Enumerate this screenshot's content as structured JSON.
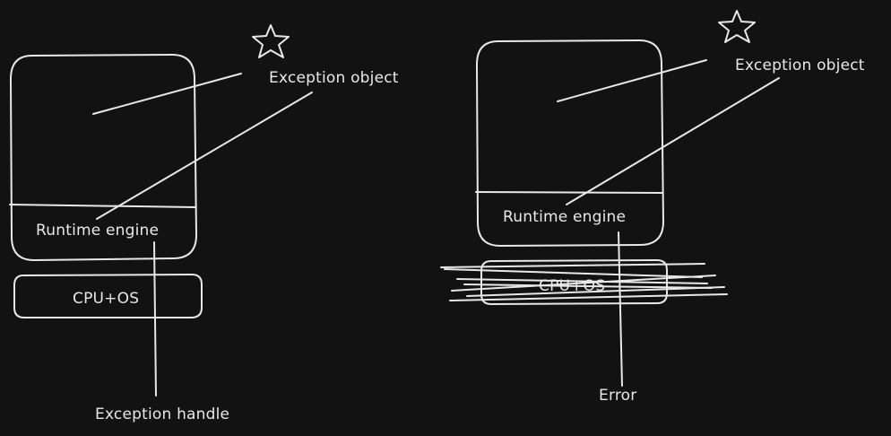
{
  "diagram": {
    "stroke_color": "#e8e8e8",
    "background_color": "#121212",
    "left": {
      "exception_object_label": "Exception object",
      "runtime_label": "Runtime engine",
      "cpu_label": "CPU+OS",
      "handler_label": "Exception handle",
      "star_icon": "star-icon"
    },
    "right": {
      "exception_object_label": "Exception object",
      "runtime_label": "Runtime engine",
      "cpu_label": "CPU+OS",
      "error_label": "Error",
      "star_icon": "star-icon"
    }
  }
}
